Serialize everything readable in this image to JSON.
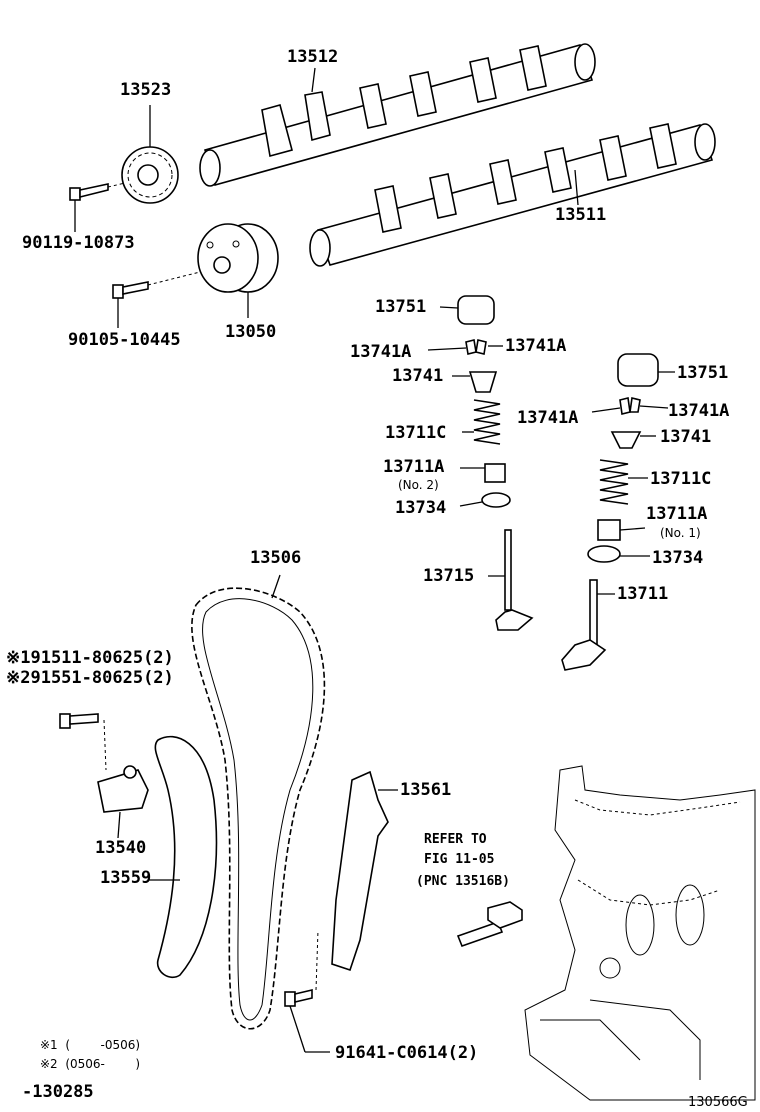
{
  "diagram": {
    "labels": {
      "p13512": "13512",
      "p13523": "13523",
      "p90119": "90119-10873",
      "p13511": "13511",
      "p90105": "90105-10445",
      "p13050": "13050",
      "p13751a": "13751",
      "p13741Aa": "13741A",
      "p13741Ab": "13741A",
      "p13741a": "13741",
      "p13711Ca": "13711C",
      "p13711Aa": "13711A",
      "no2": "(No. 2)",
      "p13734a": "13734",
      "p13715": "13715",
      "p13751b": "13751",
      "p13741Ac": "13741A",
      "p13741Ad": "13741A",
      "p13741b": "13741",
      "p13711Cb": "13711C",
      "p13711Ab": "13711A",
      "no1": "(No. 1)",
      "p13734b": "13734",
      "p13711": "13711",
      "p13506": "13506",
      "m1": "※191511-80625(2)",
      "m2": "※291551-80625(2)",
      "p13540": "13540",
      "p13559": "13559",
      "p13561": "13561",
      "ref1": "REFER TO",
      "ref2": "FIG 11-05",
      "ref3": "(PNC 13516B)",
      "p91641": "91641-C0614(2)",
      "note1": "※1  (        -0506)",
      "note2": "※2  (0506-        )",
      "date": "-130285",
      "figid": "130566G"
    }
  }
}
